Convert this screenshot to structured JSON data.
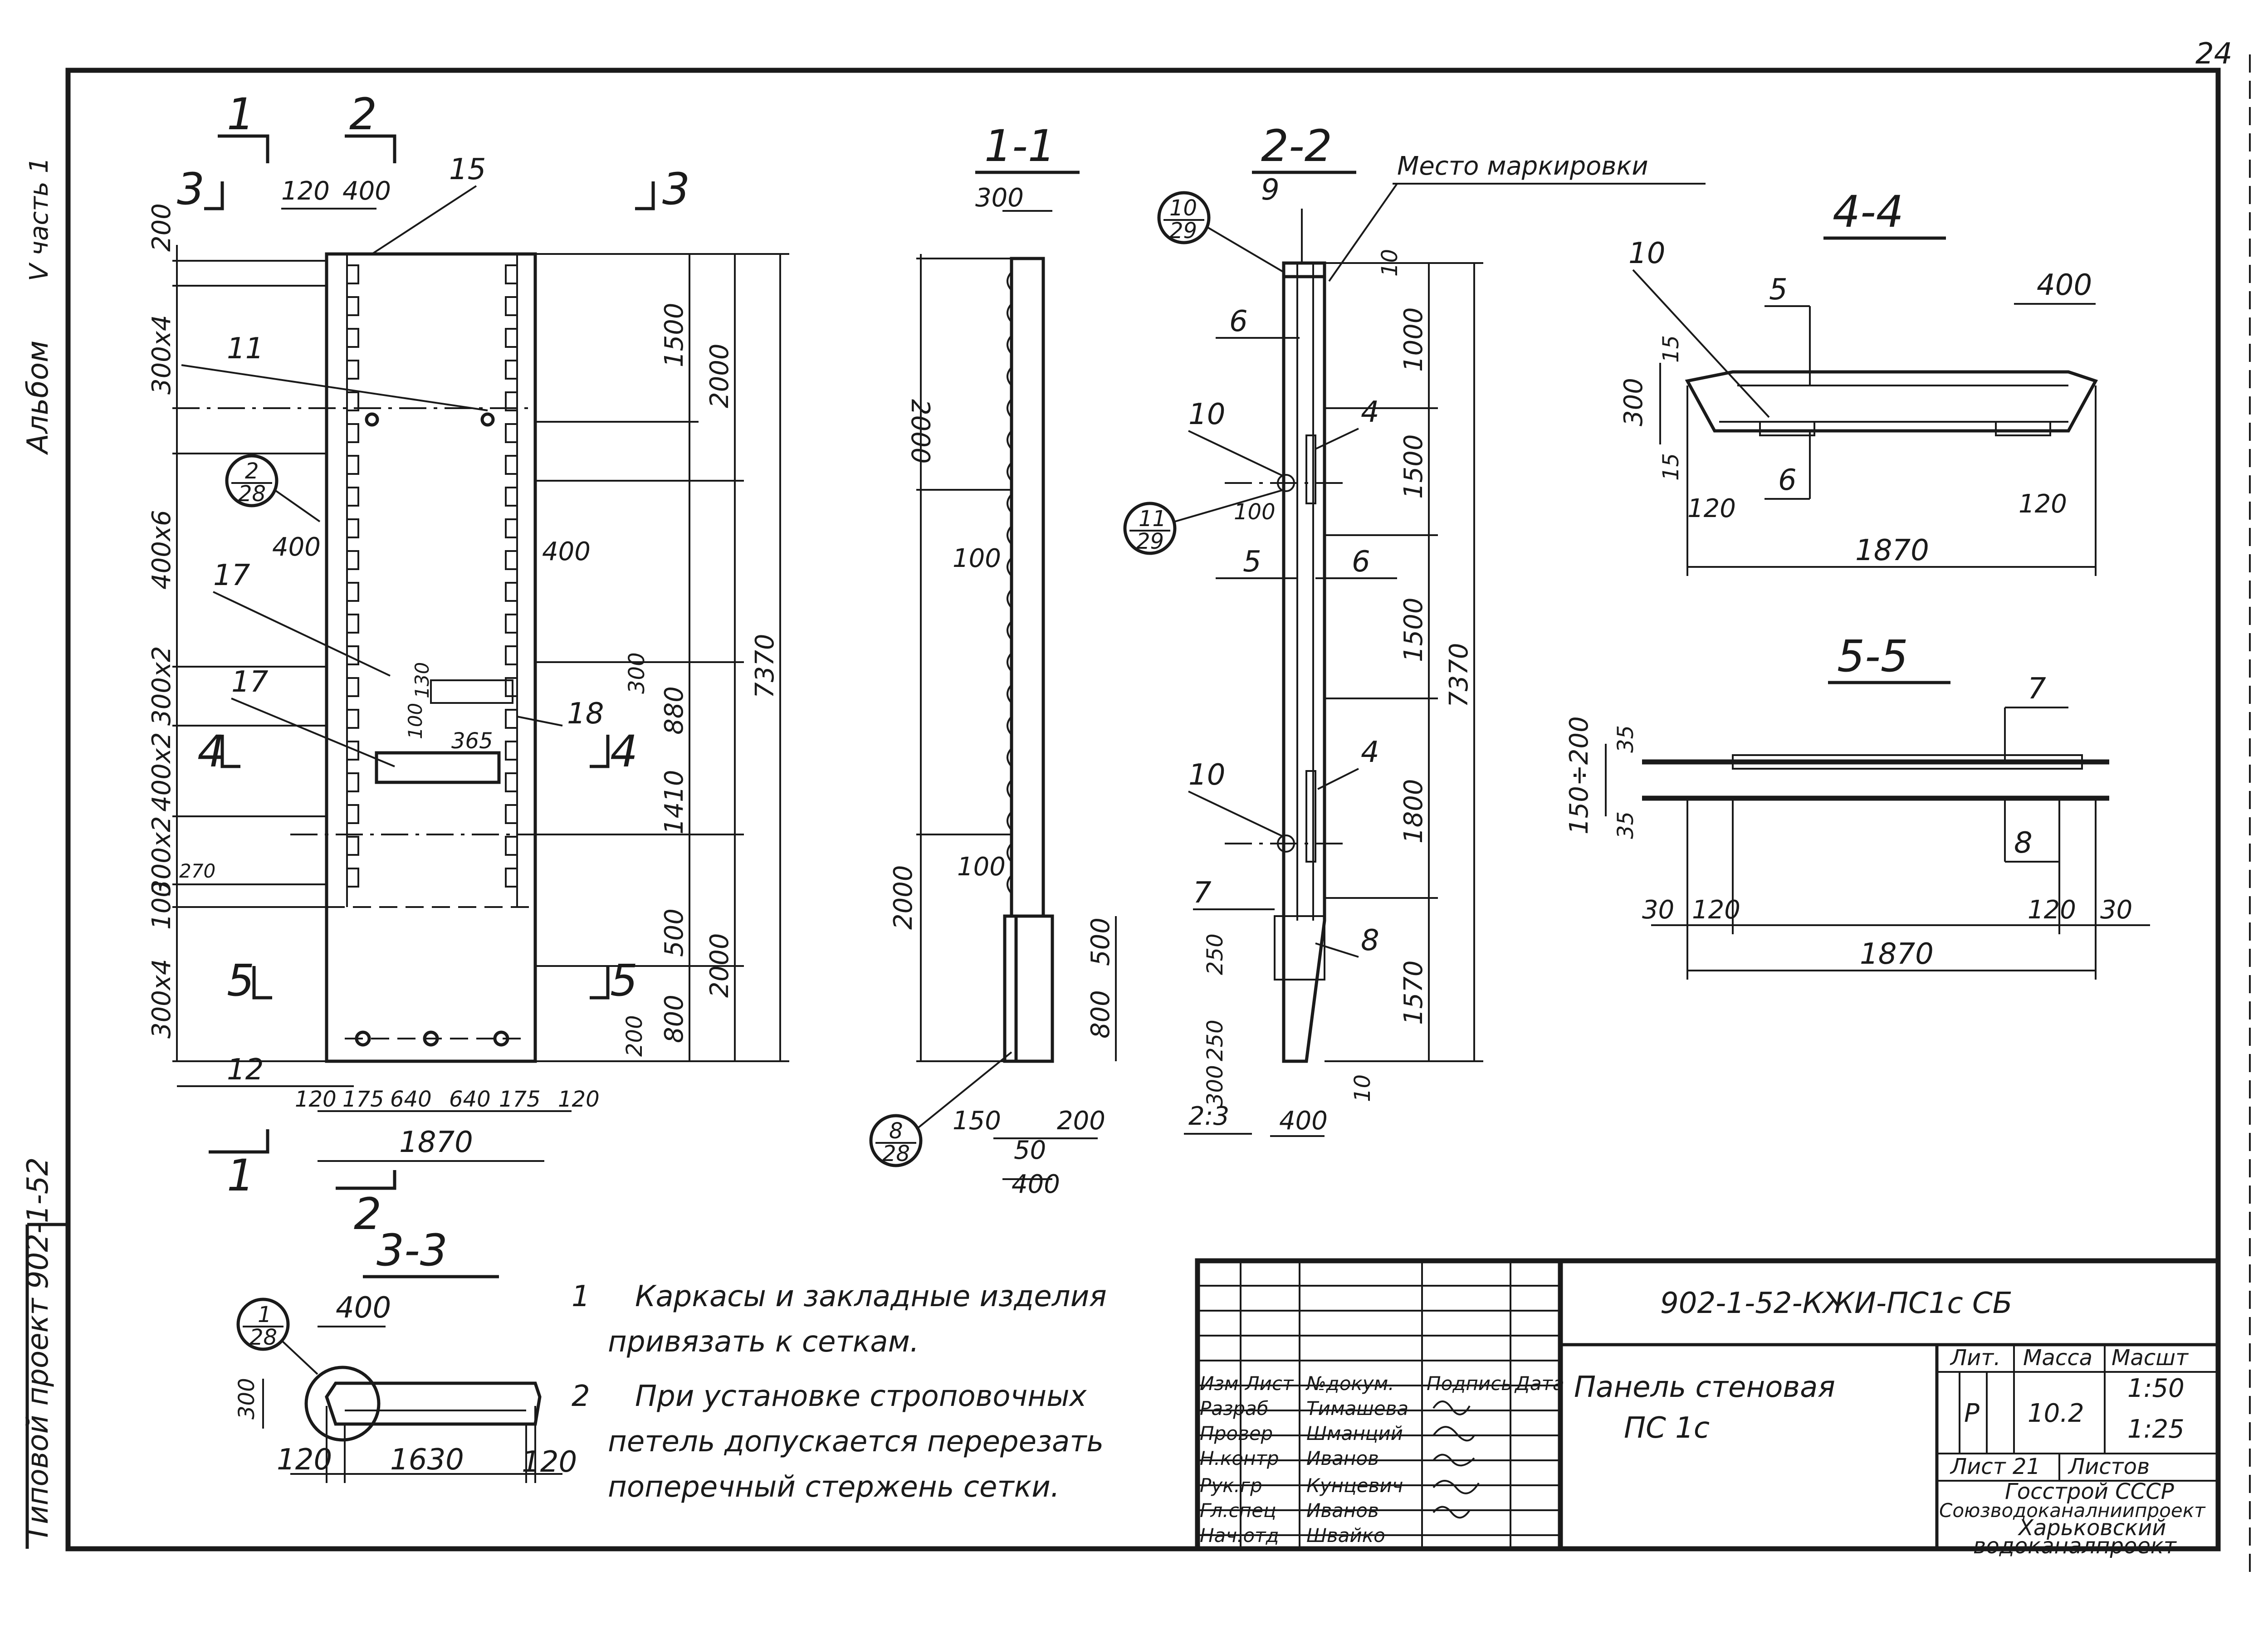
{
  "sheet": {
    "page_number": "24",
    "side_album": "Альбом",
    "side_part": "V часть 1",
    "side_project": "Типовой проект 902-1-52"
  },
  "section_titles": {
    "s11": "1-1",
    "s22": "2-2",
    "s33": "3-3",
    "s44": "4-4",
    "s55": "5-5"
  },
  "cut_marks": {
    "c1": "1",
    "c2": "2",
    "c3": "3",
    "c4": "4",
    "c5": "5"
  },
  "callouts": {
    "c_2_28": [
      "2",
      "28"
    ],
    "c_8_28": [
      "8",
      "28"
    ],
    "c_10_29": [
      "10",
      "29"
    ],
    "c_11_29": [
      "11",
      "29"
    ],
    "c_1_28": [
      "1",
      "28"
    ]
  },
  "labels": {
    "marking_place": "Место маркировки"
  },
  "elevation_dims": {
    "top": [
      "120",
      "400",
      "15"
    ],
    "left": [
      "200",
      "300х4",
      "400х6",
      "300х2",
      "400х2",
      "300х2",
      "100",
      "300х4"
    ],
    "left_small": [
      "270"
    ],
    "positions": [
      "11",
      "17",
      "17",
      "18",
      "12"
    ],
    "right_inner": [
      "400",
      "400",
      "300",
      "130",
      "100",
      "365",
      "200"
    ],
    "right_outer": [
      "1500",
      "2000",
      "880",
      "1410",
      "500",
      "800",
      "2000",
      "7370"
    ],
    "bottom": [
      "120",
      "175",
      "640",
      "640",
      "175",
      "120",
      "1870"
    ]
  },
  "section_11_dims": [
    "300",
    "2000",
    "100",
    "100",
    "2000",
    "500",
    "800",
    "150",
    "200",
    "50",
    "400"
  ],
  "section_22_dims": [
    "9",
    "10",
    "6",
    "4",
    "10",
    "100",
    "5",
    "6",
    "10",
    "4",
    "7",
    "250",
    "250",
    "300",
    "8",
    "2:3",
    "400",
    "10",
    "1000",
    "1500",
    "1500",
    "1800",
    "1570",
    "7370"
  ],
  "section_44_dims": [
    "10",
    "5",
    "400",
    "15",
    "300",
    "15",
    "120",
    "6",
    "120",
    "1870"
  ],
  "section_55_dims": [
    "150÷200",
    "35",
    "35",
    "7",
    "8",
    "30",
    "120",
    "120",
    "30",
    "1870"
  ],
  "section_33_dims": [
    "400",
    "300",
    "120",
    "1630",
    "120"
  ],
  "notes": [
    {
      "num": "1",
      "lines": [
        "Каркасы и закладные изделия",
        "привязать к сеткам."
      ]
    },
    {
      "num": "2",
      "lines": [
        "При установке строповочных",
        "петель допускается перерезать",
        "поперечный стержень сетки."
      ]
    }
  ],
  "title_block": {
    "doc_code": "902-1-52-КЖИ-ПС1с СБ",
    "name_line1": "Панель стеновая",
    "name_line2": "ПС 1с",
    "col_headers": [
      "Изм",
      "Лист",
      "№докум.",
      "Подпись",
      "Дата"
    ],
    "roles": [
      {
        "role": "Разраб",
        "name": "Тимашева"
      },
      {
        "role": "Провер",
        "name": "Шманций"
      },
      {
        "role": "Н.контр",
        "name": "Иванов"
      },
      {
        "role": "Рук.гр",
        "name": "Кунцевич"
      },
      {
        "role": "Гл.спец",
        "name": "Иванов"
      },
      {
        "role": "Нач.отд",
        "name": "Швайко"
      }
    ],
    "lit_header": "Лит.",
    "mass_header": "Масса",
    "scale_header": "Масшт",
    "lit_value": "Р",
    "mass_value": "10.2",
    "scale_value1": "1:50",
    "scale_value2": "1:25",
    "sheet_label": "Лист 21",
    "sheets_label": "Листов",
    "org1": "Госстрой СССР",
    "org2": "Союзводоканалниипроект",
    "org3": "Харьковский",
    "org4": "водоканалпроект"
  }
}
